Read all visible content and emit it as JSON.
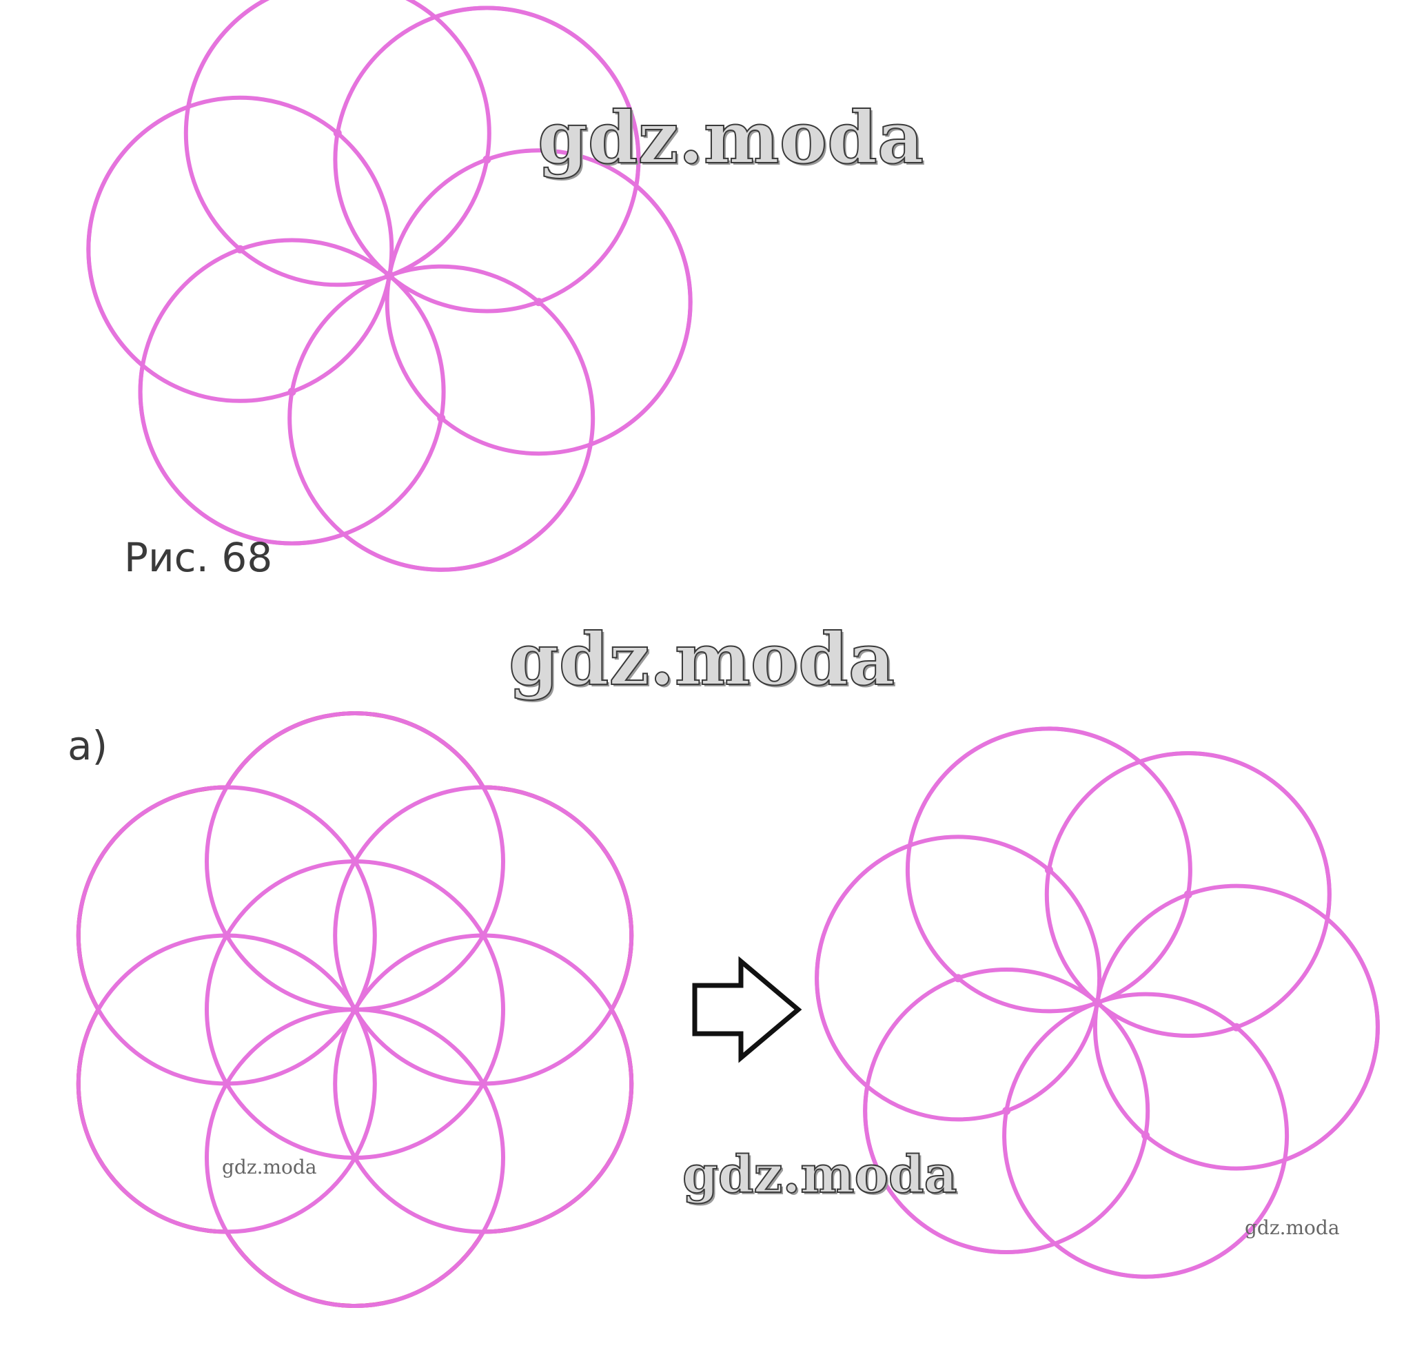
{
  "figures": {
    "fig68": {
      "caption": "Рис. 68"
    },
    "part_a": {
      "label": "а)"
    }
  },
  "watermarks": {
    "large": "gdz.moda",
    "small": "gdz.moda"
  },
  "colors": {
    "petal_stroke": "#e573dd",
    "outline_stroke": "#d81e2a",
    "arrow_stroke": "#111111",
    "text": "#3a3a3a"
  },
  "icons": {
    "arrow": "right-arrow-icon"
  }
}
